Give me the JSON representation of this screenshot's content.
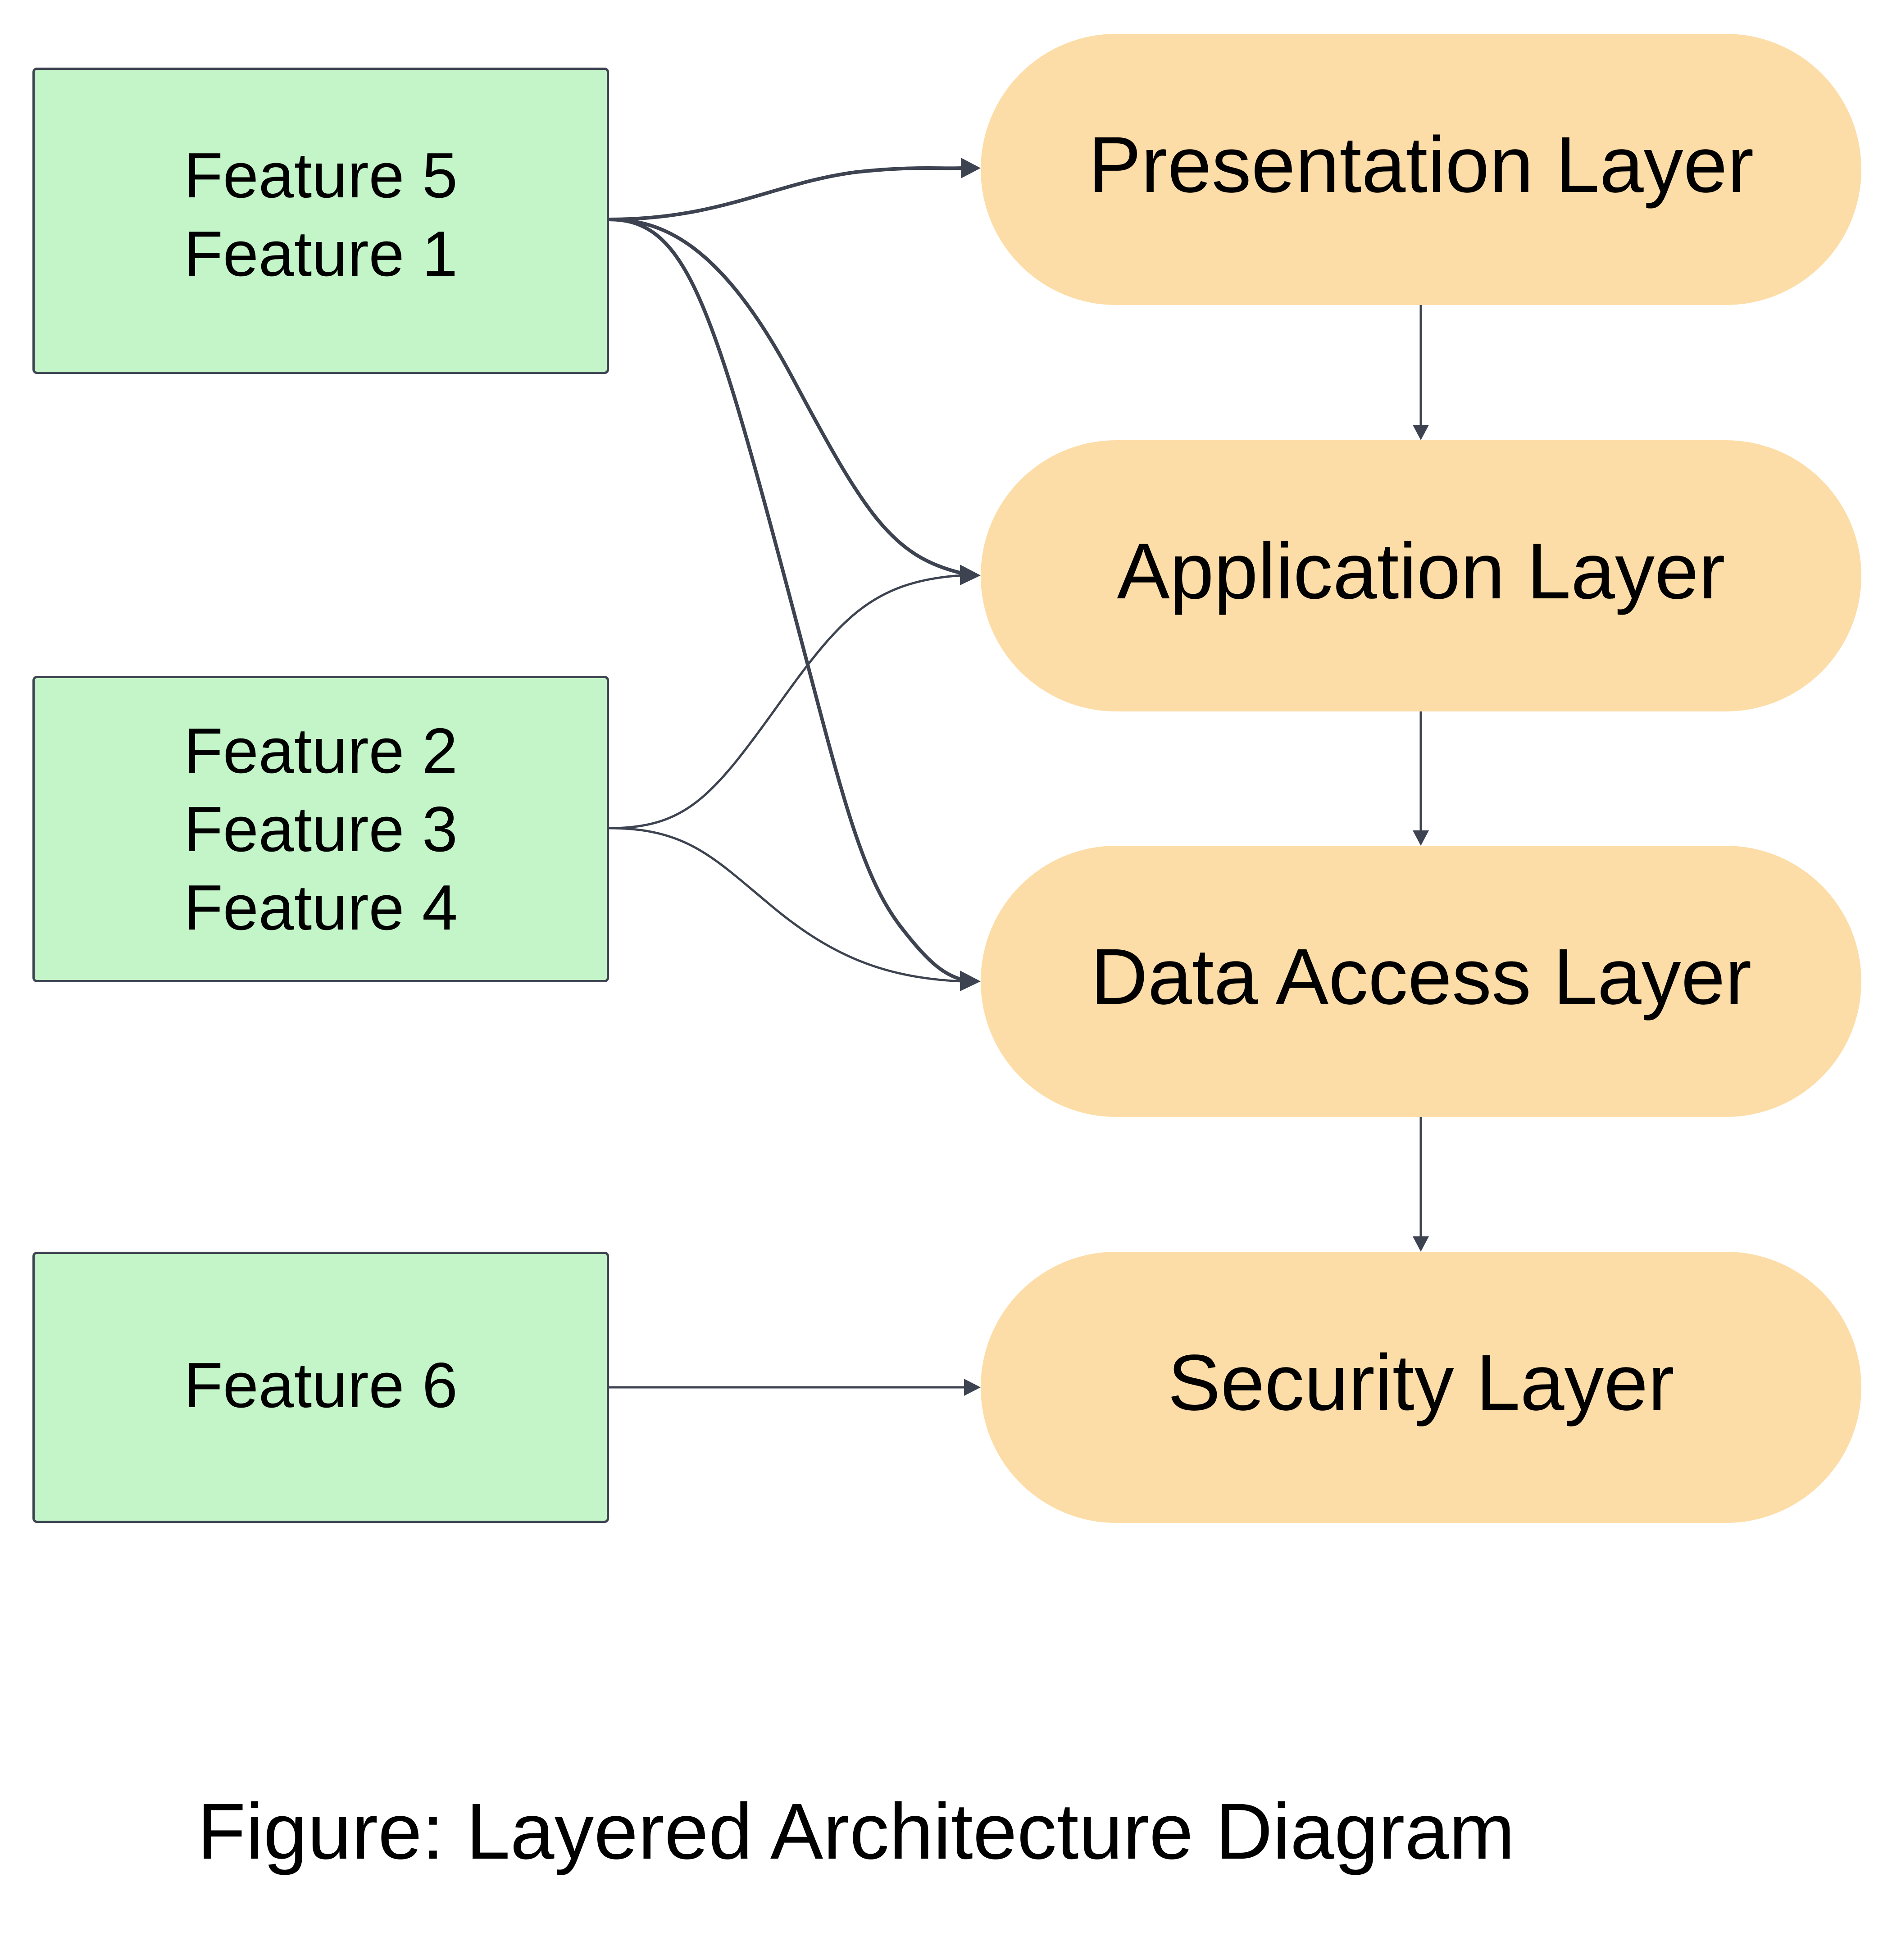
{
  "diagram": {
    "feature_groups": [
      {
        "id": "group-a",
        "lines": [
          "Feature 5",
          "Feature 1"
        ]
      },
      {
        "id": "group-b",
        "lines": [
          "Feature 2",
          "Feature 3",
          "Feature 4"
        ]
      },
      {
        "id": "group-c",
        "lines": [
          "Feature 6"
        ]
      }
    ],
    "layers": [
      {
        "id": "presentation",
        "label": "Presentation Layer"
      },
      {
        "id": "application",
        "label": "Application Layer"
      },
      {
        "id": "data_access",
        "label": "Data Access Layer"
      },
      {
        "id": "security",
        "label": "Security Layer"
      }
    ],
    "edges": [
      {
        "from": "group-a",
        "to": "presentation"
      },
      {
        "from": "group-a",
        "to": "application"
      },
      {
        "from": "group-a",
        "to": "data_access"
      },
      {
        "from": "group-b",
        "to": "application"
      },
      {
        "from": "group-b",
        "to": "data_access"
      },
      {
        "from": "group-c",
        "to": "security"
      },
      {
        "from": "presentation",
        "to": "application"
      },
      {
        "from": "application",
        "to": "data_access"
      },
      {
        "from": "data_access",
        "to": "security"
      }
    ],
    "colors": {
      "feature_fill": "#c3f5c8",
      "feature_border": "#3d4350",
      "layer_fill": "#fddda7",
      "connector": "#3d4350"
    }
  },
  "caption": "Figure: Layered Architecture Diagram"
}
